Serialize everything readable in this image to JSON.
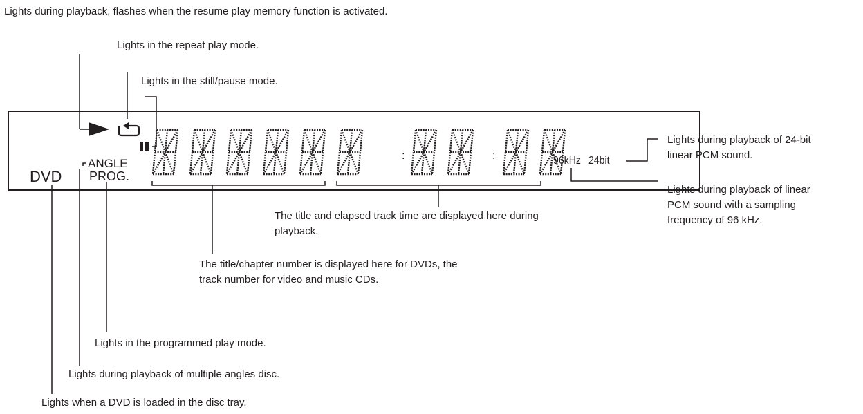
{
  "callouts": {
    "play": "Lights during playback, flashes when the resume play memory function is activated.",
    "repeat": "Lights in the repeat play mode.",
    "pause": "Lights in the still/pause mode.",
    "bit24": [
      "Lights during playback of 24-bit",
      "linear PCM sound."
    ],
    "khz96": [
      "Lights during playback of linear",
      "PCM sound with a sampling",
      "frequency of 96 kHz."
    ],
    "time": [
      "The title and elapsed track time are displayed here during",
      "playback."
    ],
    "chapter": [
      "The title/chapter number is displayed here for DVDs, the",
      "track number for video and music CDs."
    ],
    "prog": "Lights in the programmed play mode.",
    "angle": "Lights during playback of multiple angles disc.",
    "dvd": "Lights when a DVD is loaded in the disc tray."
  },
  "display": {
    "dvd": "DVD",
    "angle": "ANGLE",
    "prog": "PROG.",
    "khz": "96kHz",
    "bit": "24bit",
    "colon": ":"
  },
  "icons": [
    "play-icon",
    "repeat-icon",
    "pause-icon",
    "segment-digit-icon"
  ]
}
